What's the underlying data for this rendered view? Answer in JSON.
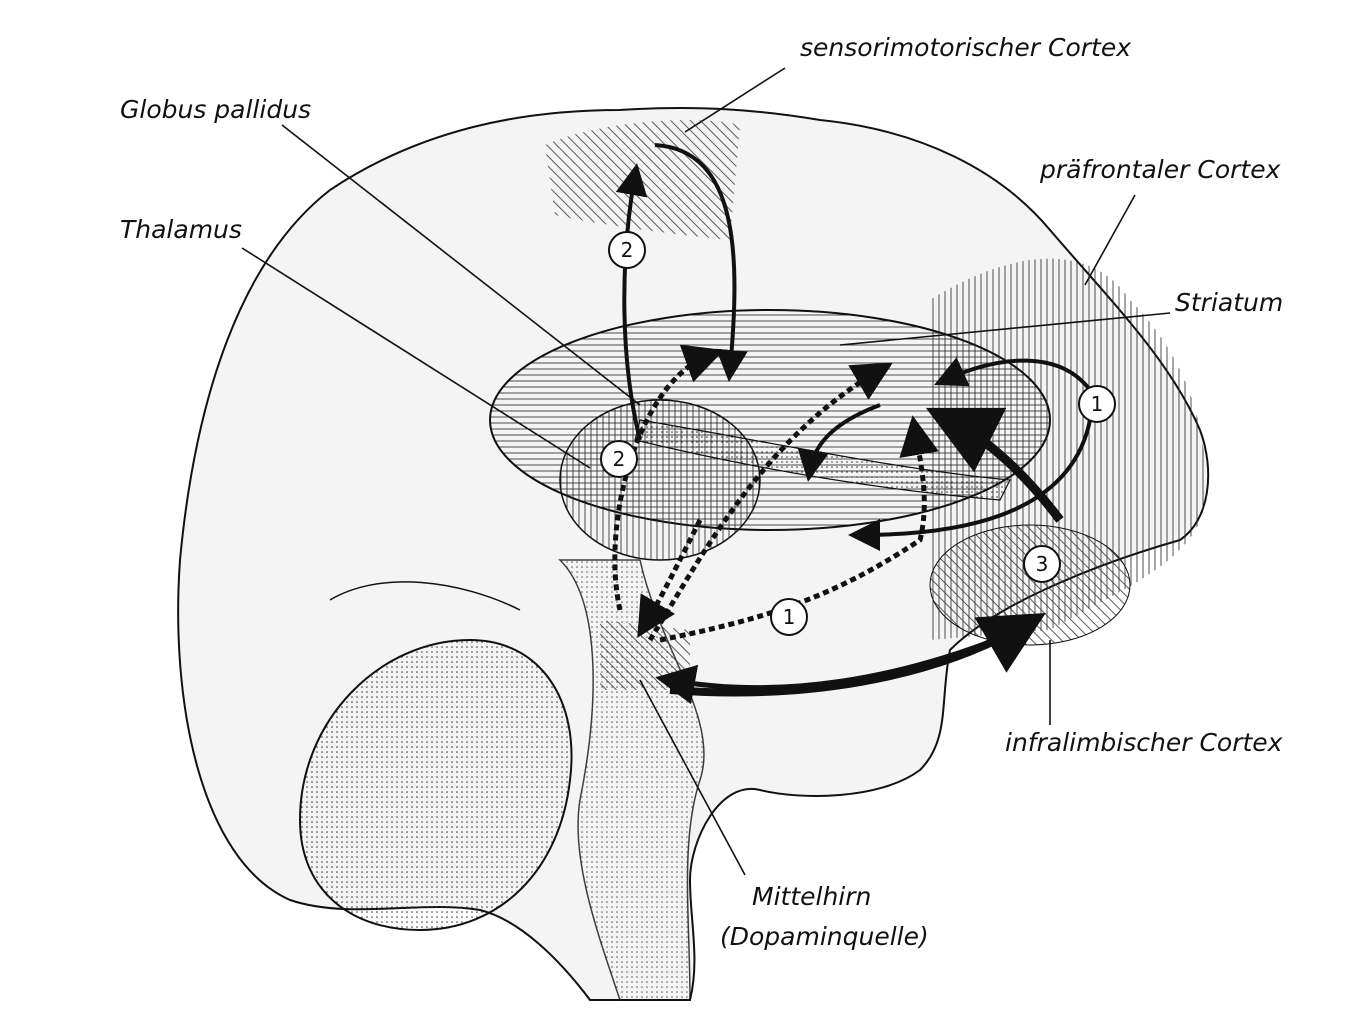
{
  "labels": {
    "sensorimotor": "sensorimotorischer Cortex",
    "globus_pallidus": "Globus pallidus",
    "prefrontal": "präfrontaler Cortex",
    "thalamus": "Thalamus",
    "striatum": "Striatum",
    "infralimbic": "infralimbischer Cortex",
    "midbrain": "Mittelhirn",
    "midbrain_sub": "(Dopaminquelle)"
  },
  "loop_markers": [
    "2",
    "2",
    "1",
    "3",
    "1"
  ]
}
